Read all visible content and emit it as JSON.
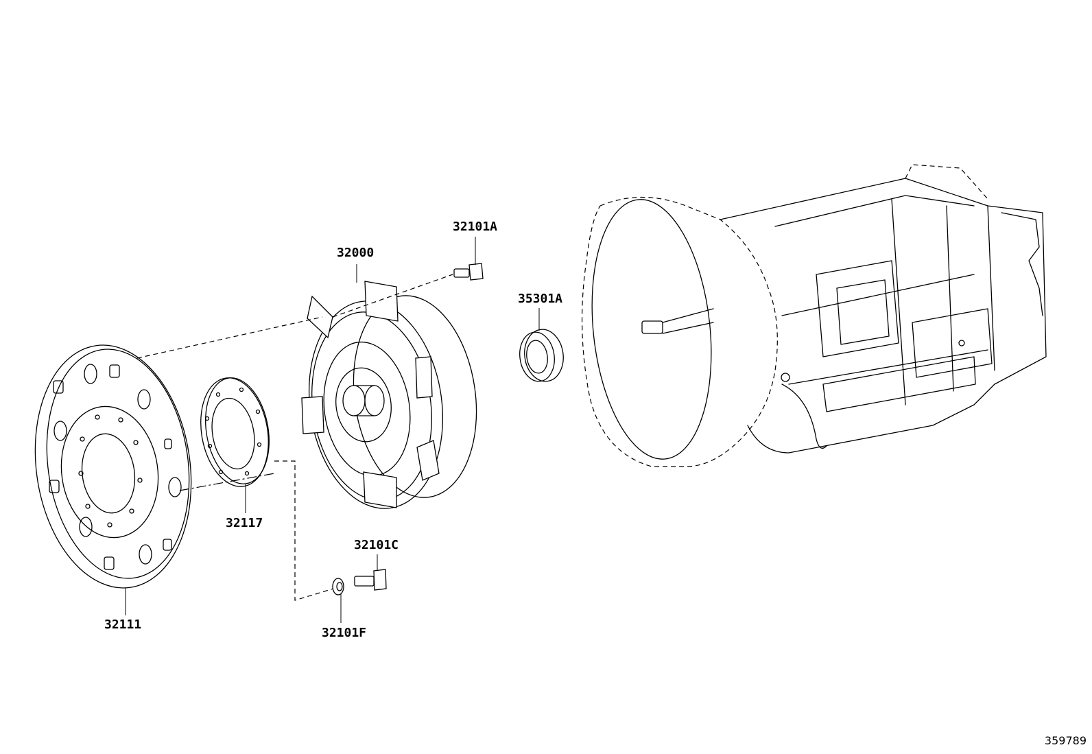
{
  "callouts": {
    "torque_converter": "32000",
    "bolt_a": "32101A",
    "oil_seal": "35301A",
    "drive_plate": "32111",
    "spacer": "32117",
    "bolt_c": "32101C",
    "washer_f": "32101F"
  },
  "figure_number": "359789"
}
